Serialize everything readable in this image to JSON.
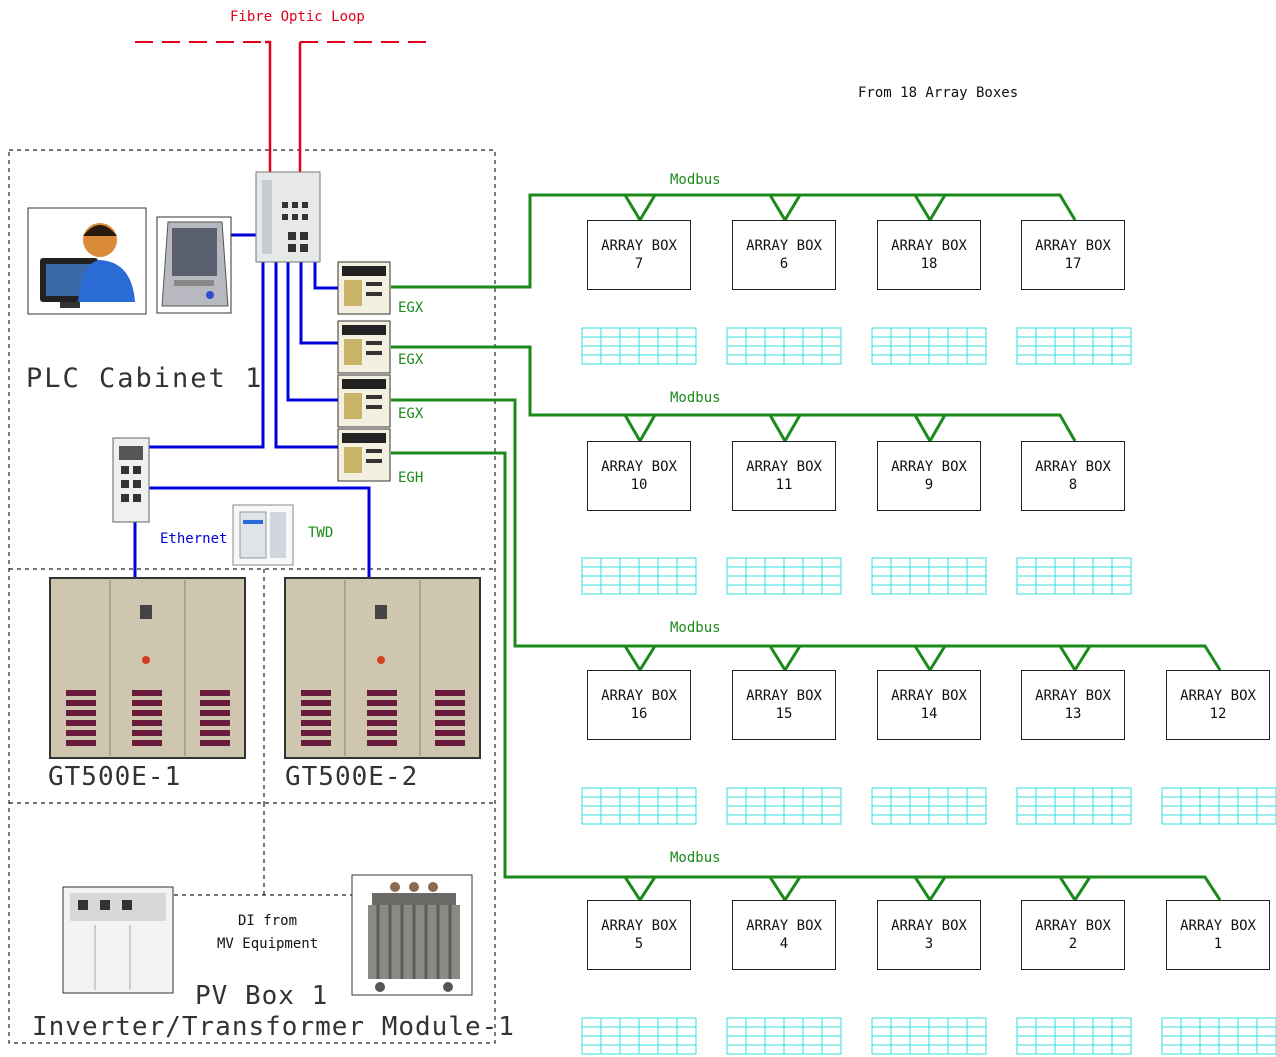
{
  "labels": {
    "fibre_loop": "Fibre Optic Loop",
    "from_array_boxes": "From 18 Array Boxes",
    "plc_cabinet": "PLC Cabinet 1",
    "ethernet": "Ethernet",
    "twd": "TWD",
    "gt1": "GT500E-1",
    "gt2": "GT500E-2",
    "di_line1": "DI from",
    "di_line2": "MV Equipment",
    "pv_box": "PV Box 1",
    "module": "Inverter/Transformer Module-1",
    "modbus": "Modbus",
    "egx1": "EGX",
    "egx2": "EGX",
    "egx3": "EGX",
    "egh": "EGH"
  },
  "array_box_label": "ARRAY BOX",
  "rows": [
    {
      "boxes": [
        "7",
        "6",
        "18",
        "17"
      ]
    },
    {
      "boxes": [
        "10",
        "11",
        "9",
        "8"
      ]
    },
    {
      "boxes": [
        "16",
        "15",
        "14",
        "13",
        "12"
      ]
    },
    {
      "boxes": [
        "5",
        "4",
        "3",
        "2",
        "1"
      ]
    }
  ],
  "colors": {
    "fibre": "#e0001a",
    "ethernet": "#0000dd",
    "modbus": "#1a8a1a",
    "pv_array": "#33dddd"
  },
  "icons": [
    "operator-workstation-icon",
    "pc-tower-icon",
    "ethernet-switch-icon",
    "egx-gateway-icon",
    "din-switch-icon",
    "twd-plc-icon",
    "inverter-cabinet-icon",
    "mv-switchgear-icon",
    "transformer-icon",
    "pv-array-icon"
  ]
}
